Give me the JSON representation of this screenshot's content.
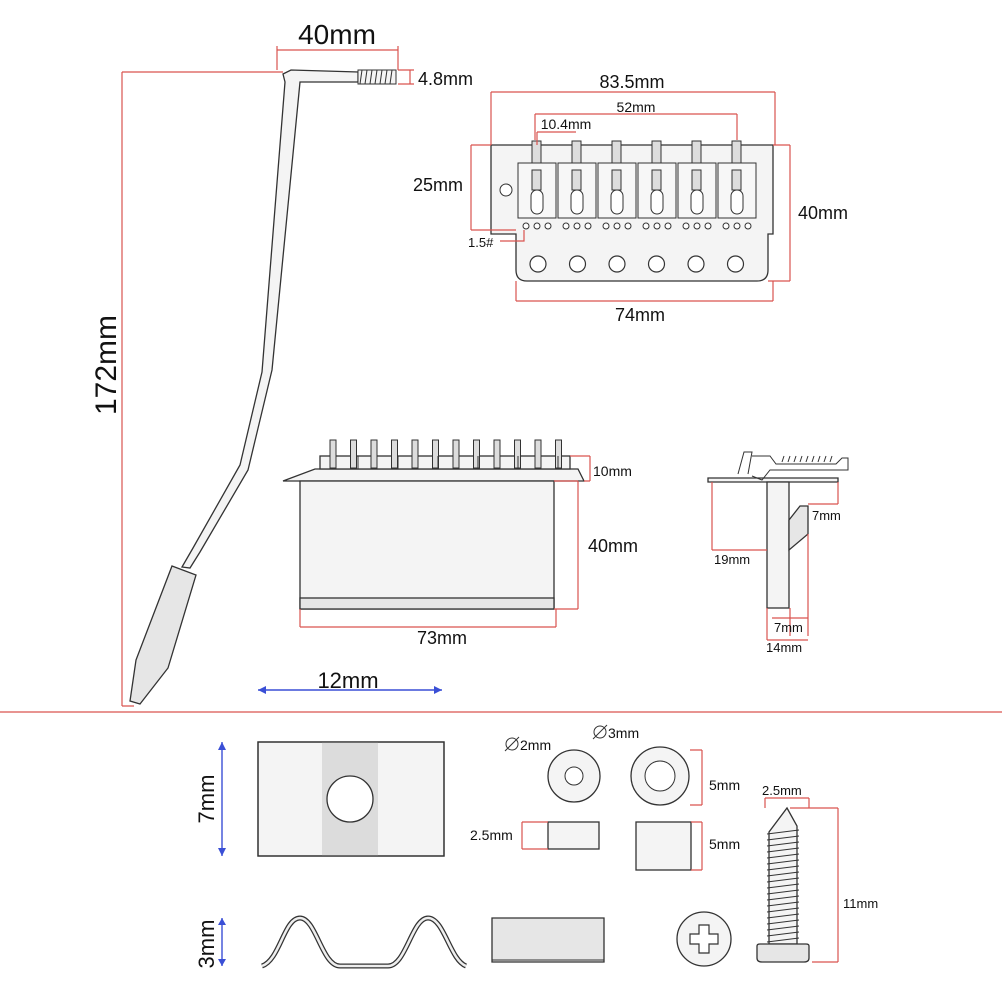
{
  "dims": {
    "arm_width": "40mm",
    "arm_thread": "4.8mm",
    "arm_length": "172mm",
    "arm_tip": "12mm",
    "plate_width": "83.5mm",
    "screw_span": "52mm",
    "saddle_pitch": "10.4mm",
    "plate_depth": "25mm",
    "plate_height": "40mm",
    "screw_hole": "1.5#",
    "plate_bottom": "74mm",
    "front_height_top": "10mm",
    "block_height": "40mm",
    "block_width": "73mm",
    "side_7a": "7mm",
    "side_19": "19mm",
    "side_7b": "7mm",
    "side_14": "14mm",
    "shim_height": "7mm",
    "spring_height": "3mm",
    "washer_small": "2mm",
    "washer_large": "3mm",
    "washer_h1": "5mm",
    "spacer_small": "2.5mm",
    "spacer_h": "5mm",
    "screw_head": "2.5mm",
    "screw_len": "11mm"
  },
  "icons": {
    "diameter_symbol": "diameter-icon"
  },
  "colors": {
    "dimension_line": "#d9534f",
    "blue_dimension": "#3a4fd6",
    "outline": "#333333"
  }
}
